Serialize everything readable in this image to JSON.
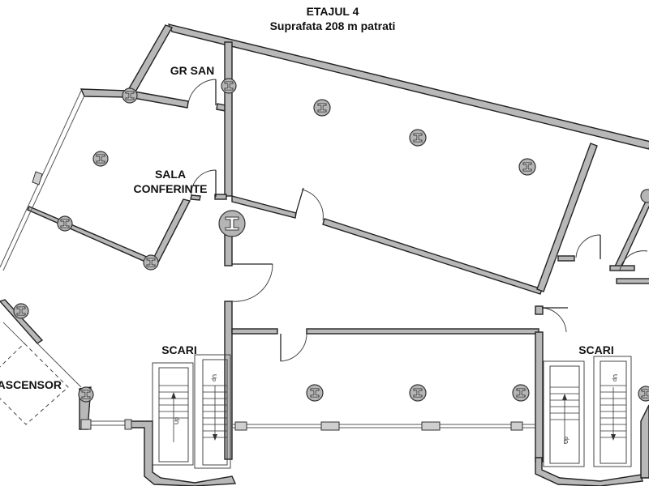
{
  "plan": {
    "floor_title": "ETAJUL 4",
    "area_text": "Suprafata 208 m patrati"
  },
  "rooms": {
    "gr_san": "GR SAN",
    "sala_line1": "SALA",
    "sala_line2": "CONFERINTE",
    "scari_left": "SCARI",
    "scari_right": "SCARI",
    "ascensor": "ASCENSOR"
  },
  "stairs": {
    "up_label": "Up"
  },
  "colors": {
    "wall_fill": "#b8b8b8",
    "wall_stroke": "#222222",
    "background": "#ffffff"
  }
}
